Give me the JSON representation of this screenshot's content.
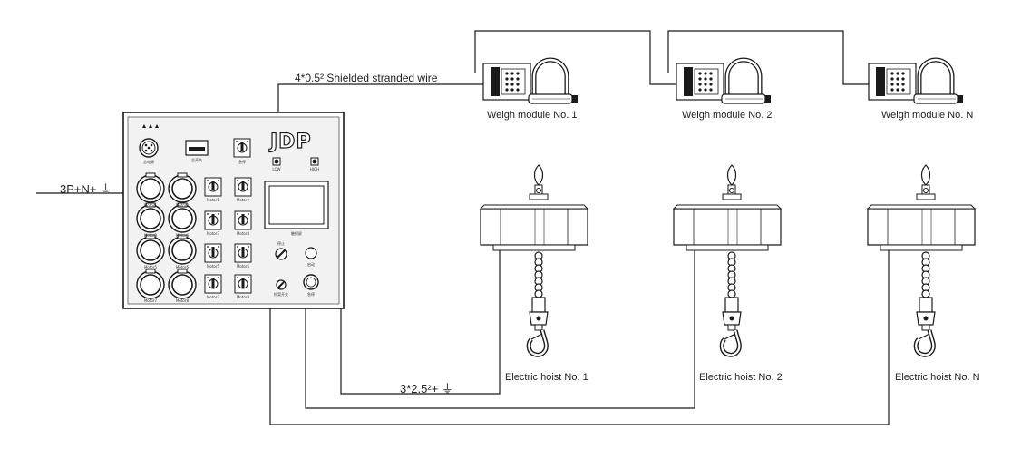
{
  "power_input": {
    "label": "3P+N+ ⏚"
  },
  "signal_cable": {
    "label": "4*0.5² Shielded stranded wire"
  },
  "power_cable": {
    "label": "3*2.5²+ ⏚"
  },
  "control_box": {
    "brand": "JDP",
    "top_label": "总电源",
    "usb_label": "总开关",
    "main_switch_label": "急停",
    "indicators": [
      "LOW",
      "HIGH"
    ],
    "screen_label": "触摸屏",
    "motor_sockets": [
      "Motor1",
      "Motor2",
      "Motor3",
      "Motor4",
      "Motor5",
      "Motor6",
      "Motor7",
      "Motor8"
    ],
    "motor_switches": [
      "Motor1",
      "Motor2",
      "Motor3",
      "Motor4",
      "Motor5",
      "Motor6",
      "Motor7",
      "Motor8"
    ],
    "knob_labels": [
      "停止",
      "启动"
    ],
    "start_label": "启动",
    "selector_label": "档案开关",
    "stop_label": "急停"
  },
  "weigh_modules": [
    {
      "label": "Weigh module No. 1"
    },
    {
      "label": "Weigh module No. 2"
    },
    {
      "label": "Weigh module No. N"
    }
  ],
  "hoists": [
    {
      "label": "Electric hoist No. 1"
    },
    {
      "label": "Electric hoist No. 2"
    },
    {
      "label": "Electric hoist No. N"
    }
  ],
  "colors": {
    "line": "#1a1a1a",
    "panel": "#f2f2f2",
    "panel_border": "#222222"
  }
}
